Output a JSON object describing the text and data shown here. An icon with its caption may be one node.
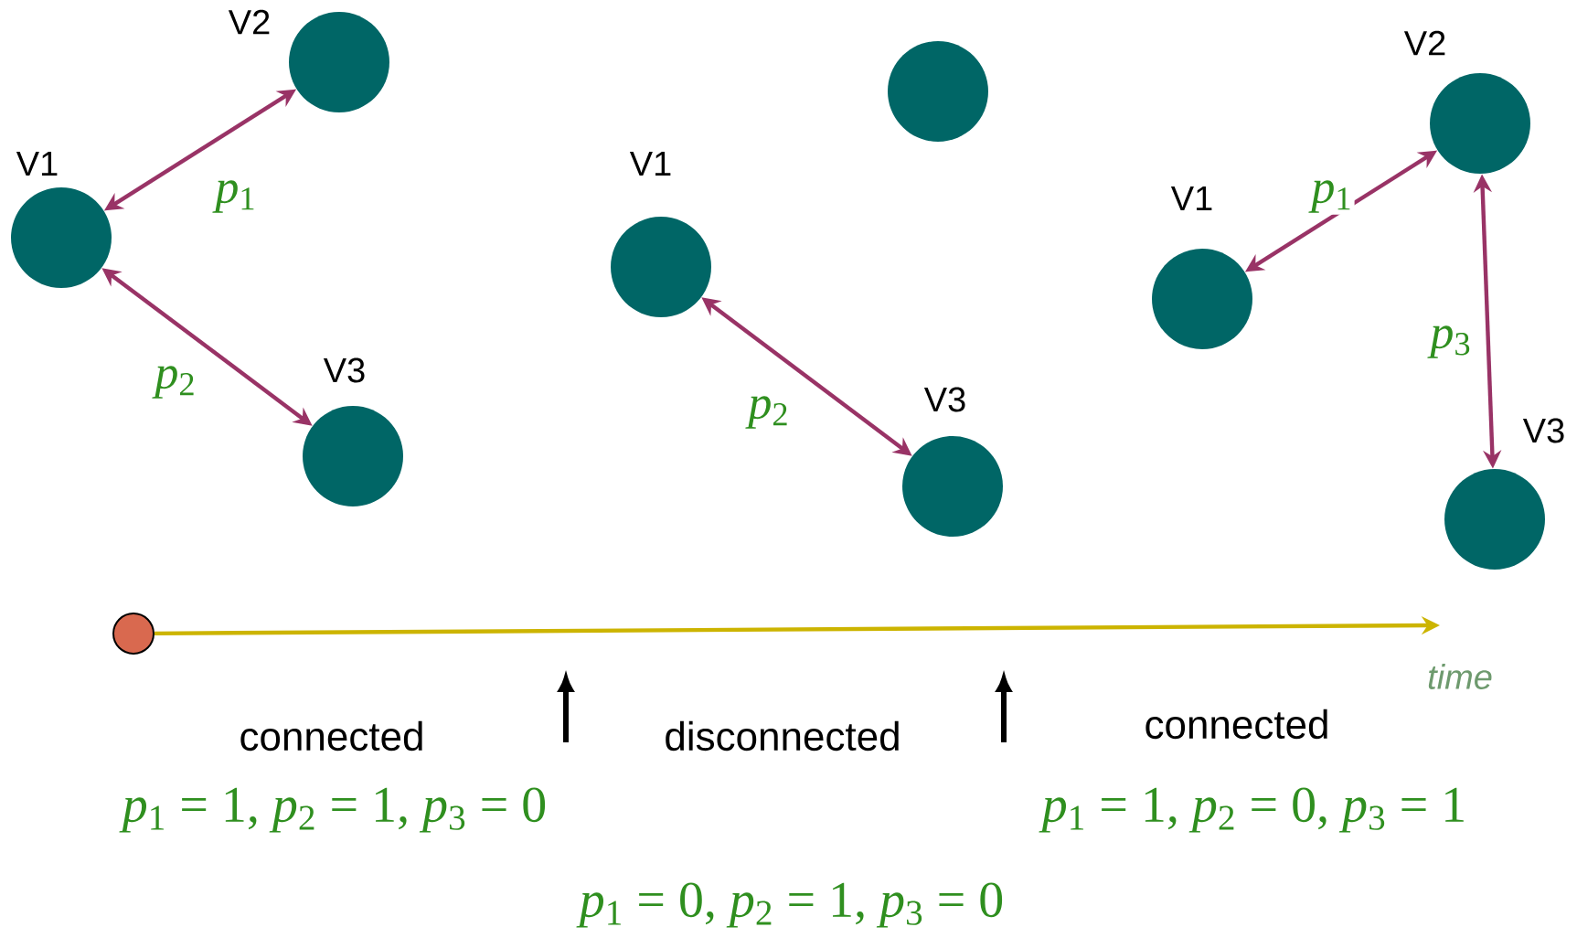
{
  "diagram": {
    "nodes": [
      {
        "text": [
          "V2"
        ]
      },
      {
        "text": [
          "V1"
        ]
      },
      {
        "text": [
          "V3"
        ]
      },
      {
        "text": [],
        "shape": "circle"
      },
      {
        "text": [
          "V1"
        ]
      },
      {
        "text": [
          "V3"
        ]
      },
      {
        "text": [
          "V2"
        ]
      },
      {
        "text": [
          "V1"
        ]
      },
      {
        "text": [
          "V3"
        ]
      },
      {
        "text": [],
        "shape": "circle"
      }
    ],
    "edges": [
      {
        "from": 1,
        "to": 0,
        "arrow": "both",
        "label": "*p*$_{1}$"
      },
      {
        "from": 1,
        "to": 2,
        "arrow": "both",
        "label": "*p*$_{2}$"
      },
      {
        "from": 4,
        "to": 5,
        "arrow": "both",
        "label": "*p*$_{2}$"
      },
      {
        "from": 7,
        "to": 6,
        "arrow": "both",
        "label": "*p*$_{1}$"
      },
      {
        "from": 6,
        "to": 8,
        "arrow": "both",
        "label": "*p*$_{3}$"
      },
      {
        "from": 9,
        "to": null,
        "arrow": "to",
        "color": "#ccb400"
      }
    ],
    "labels": [
      "time",
      "connected",
      "disconnected",
      "connected",
      "*p*$_{1}$ = 1, *p*$_{2}$ = 1, *p*$_{3}$ = 0",
      "*p*$_{1}$ = 1, *p*$_{2}$ = 0, *p*$_{3}$ = 1",
      "*p*$_{1}$ = 0, *p*$_{2}$ = 1, *p*$_{3}$ = 0"
    ]
  }
}
